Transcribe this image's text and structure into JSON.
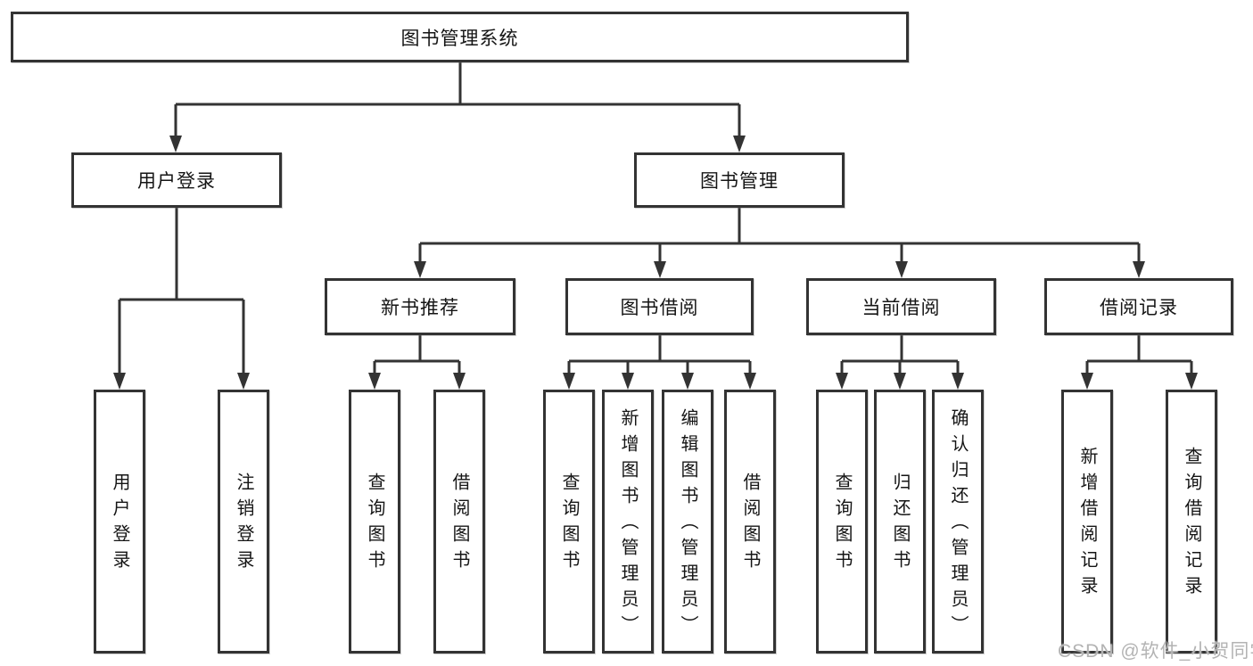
{
  "diagram": {
    "title": "图书管理系统",
    "line_color": "#333333",
    "box_background": "#ffffff",
    "text_color": "#151515",
    "children": [
      {
        "label": "用户登录",
        "children": [
          {
            "label": "用户登录"
          },
          {
            "label": "注销登录"
          }
        ]
      },
      {
        "label": "图书管理",
        "children": [
          {
            "label": "新书推荐",
            "children": [
              {
                "label": "查询图书"
              },
              {
                "label": "借阅图书"
              }
            ]
          },
          {
            "label": "图书借阅",
            "children": [
              {
                "label": "查询图书"
              },
              {
                "label": "新增图书（管理员）"
              },
              {
                "label": "编辑图书（管理员）"
              },
              {
                "label": "借阅图书"
              }
            ]
          },
          {
            "label": "当前借阅",
            "children": [
              {
                "label": "查询图书"
              },
              {
                "label": "归还图书"
              },
              {
                "label": "确认归还（管理员）"
              }
            ]
          },
          {
            "label": "借阅记录",
            "children": [
              {
                "label": "新增借阅记录"
              },
              {
                "label": "查询借阅记录"
              }
            ]
          }
        ]
      }
    ]
  },
  "watermark": {
    "text": "CSDN @软件_小贺同学",
    "color": "#b3b3b3"
  }
}
